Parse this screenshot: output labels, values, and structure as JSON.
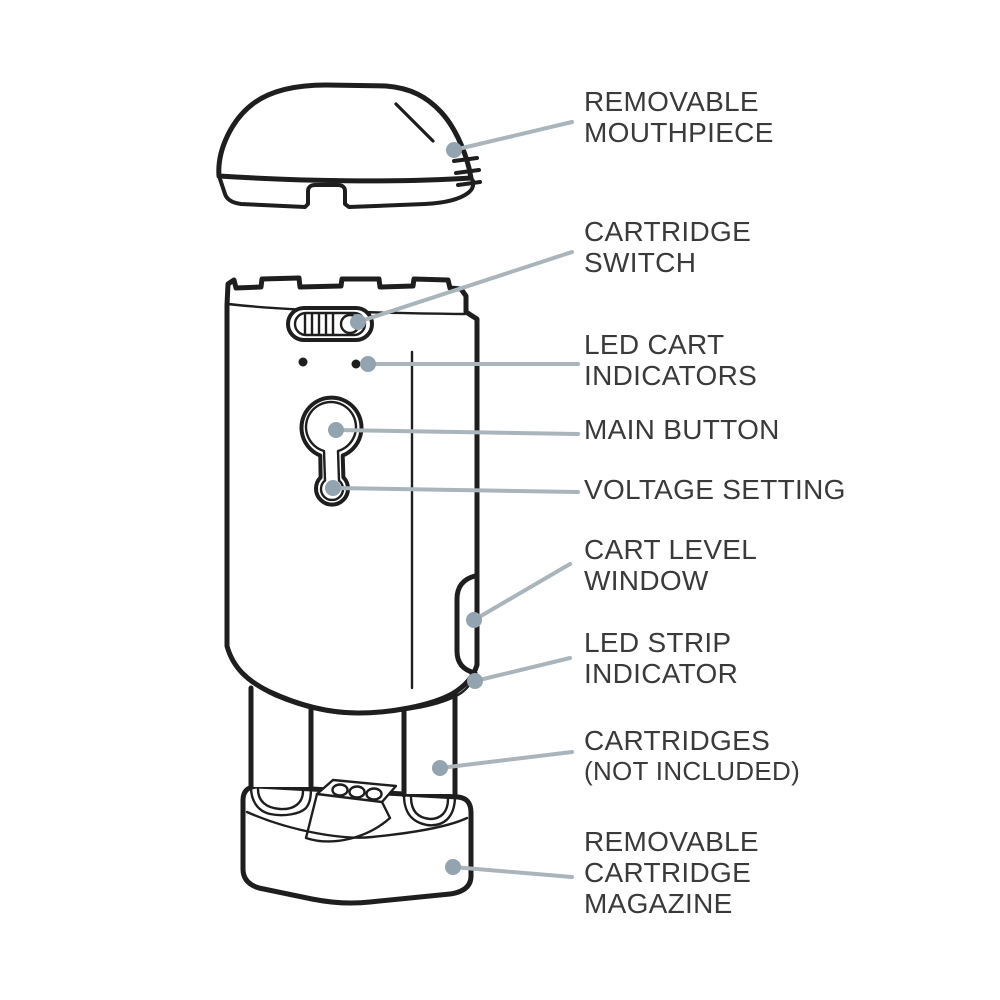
{
  "colors": {
    "background": "#ffffff",
    "outline": "#1e1e1e",
    "callout_line": "#a9b4bb",
    "callout_dot": "#93a3af",
    "label_text": "#3a3a3a"
  },
  "labels": [
    {
      "id": "removable-mouthpiece",
      "lines": [
        "REMOVABLE",
        "MOUTHPIECE"
      ]
    },
    {
      "id": "cartridge-switch",
      "lines": [
        "CARTRIDGE",
        "SWITCH"
      ]
    },
    {
      "id": "led-cart-indicators",
      "lines": [
        "LED CART",
        "INDICATORS"
      ]
    },
    {
      "id": "main-button",
      "lines": [
        "MAIN BUTTON"
      ]
    },
    {
      "id": "voltage-setting",
      "lines": [
        "VOLTAGE SETTING"
      ]
    },
    {
      "id": "cart-level-window",
      "lines": [
        "CART LEVEL",
        "WINDOW"
      ]
    },
    {
      "id": "led-strip-indicator",
      "lines": [
        "LED STRIP",
        "INDICATOR"
      ]
    },
    {
      "id": "cartridges",
      "lines": [
        "CARTRIDGES"
      ],
      "note": "(NOT INCLUDED)"
    },
    {
      "id": "removable-cartridge-magazine",
      "lines": [
        "REMOVABLE",
        "CARTRIDGE",
        "MAGAZINE"
      ]
    }
  ]
}
